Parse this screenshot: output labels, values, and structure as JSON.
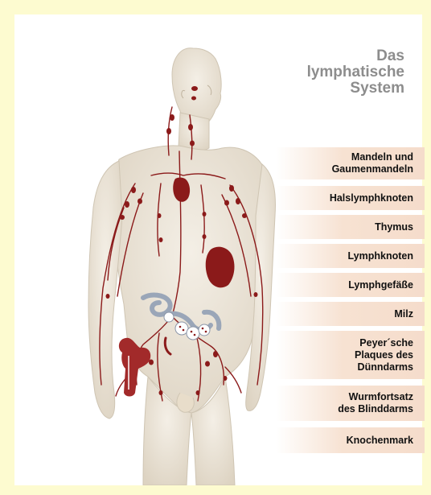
{
  "title": {
    "line1": "Das",
    "line2": "lymphatische",
    "line3": "System"
  },
  "legend": {
    "items": [
      "Mandeln und\nGaumenmandeln",
      "Halslymphknoten",
      "Thymus",
      "Lymphknoten",
      "Lymphgefäße",
      "Milz",
      "Peyer´sche\nPlaques des\nDünndarms",
      "Wurmfortsatz\ndes Blinddarms",
      "Knochenmark"
    ]
  },
  "colors": {
    "background": "#fdfbd0",
    "skin": "#efe9dd",
    "lymph": "#8b1a1a",
    "title": "#8d8d8d",
    "legend_band": "#f5dccb"
  }
}
